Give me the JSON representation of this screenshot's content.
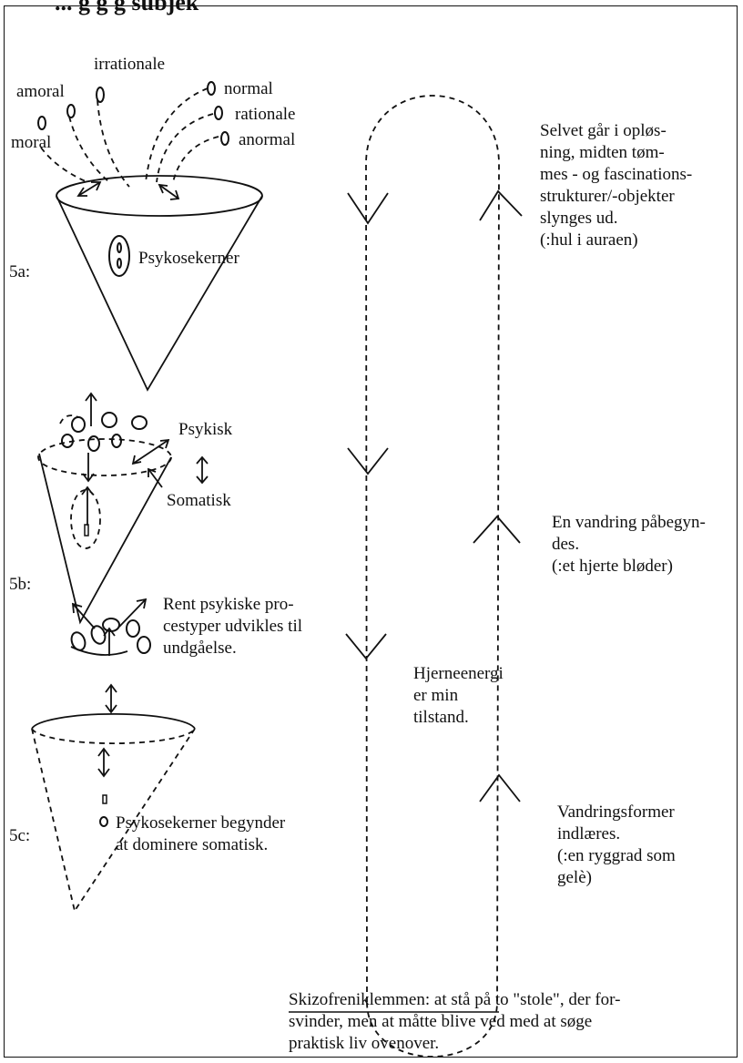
{
  "header": {
    "partial_title": "... g    g    g  subjek"
  },
  "panel_5a": {
    "label": "5a:",
    "terms": {
      "irrationale": "irrationale",
      "amoral": "amoral",
      "moral": "moral",
      "normal": "normal",
      "rationale": "rationale",
      "anormal": "anormal"
    },
    "core_label": "Psykosekerner"
  },
  "panel_5b": {
    "label": "5b:",
    "psychic": "Psykisk",
    "somatic": "Somatisk"
  },
  "panel_5c": {
    "label": "5c:",
    "process_text": [
      "Rent psykiske pro-",
      "cestyper udvikles til",
      "undgåelse."
    ],
    "core_text": [
      "Psykosekerner begynder",
      "at dominere somatisk."
    ]
  },
  "loop": {
    "top_text": [
      "Selvet går i opløs-",
      "ning, midten tøm-",
      "mes - og fascinations-",
      "strukturer/-objekter",
      "slynges ud.",
      "(:hul i auraen)"
    ],
    "mid_text": [
      "En vandring påbegyn-",
      "des.",
      "(:et hjerte bløder)"
    ],
    "center_text": [
      "Hjerneenergi",
      "er min",
      "tilstand."
    ],
    "lower_text": [
      "Vandringsformer",
      "indlæres.",
      "(:en ryggrad som",
      "gelè)"
    ]
  },
  "footer": {
    "term": "Skizofreniklemmen:",
    "lines": [
      " at stå på to \"stole\", der for-",
      "svinder, men at måtte blive ved med at søge",
      "praktisk liv ovenover."
    ]
  }
}
